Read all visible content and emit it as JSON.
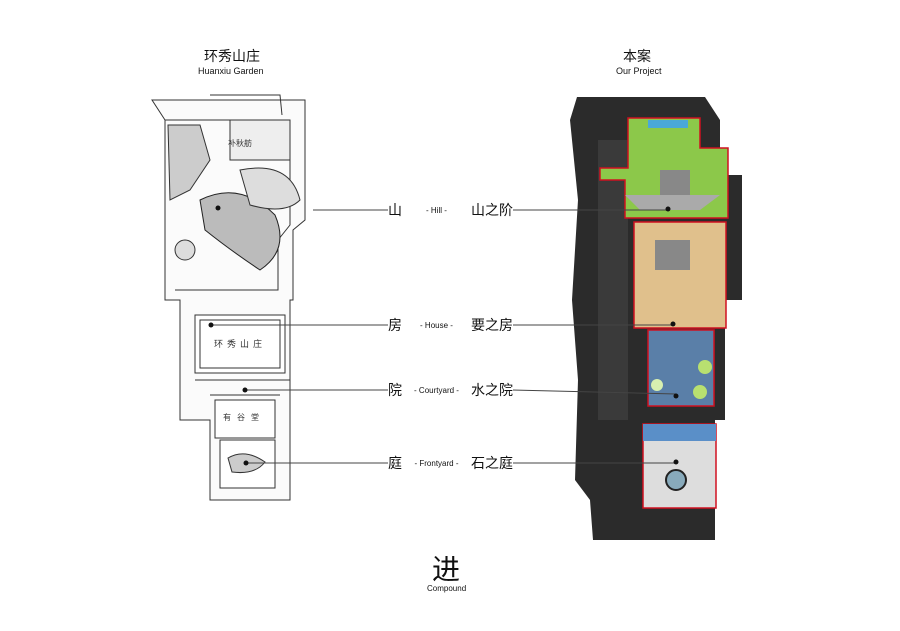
{
  "left_title": {
    "cn": "环秀山庄",
    "en": "Huanxiu Garden"
  },
  "right_title": {
    "cn": "本案",
    "en": "Our Project"
  },
  "plan_labels": {
    "top_pavilion": "补秋舫",
    "main_hall": "环秀山庄",
    "front_hall": "有谷堂"
  },
  "rows": [
    {
      "left": "山",
      "en": "- Hill -",
      "right": "山之阶"
    },
    {
      "left": "房",
      "en": "- House -",
      "right": "要之房"
    },
    {
      "left": "院",
      "en": "- Courtyard -",
      "right": "水之院"
    },
    {
      "left": "庭",
      "en": "- Frontyard -",
      "right": "石之庭"
    }
  ],
  "footer": {
    "cn": "进",
    "en": "Compound"
  },
  "colors": {
    "highlight_border": "#d01020",
    "lawn": "#8cc84a",
    "house_floor": "#e0c08c",
    "water": "#5a7fa8",
    "building": "#2a2a2a"
  }
}
